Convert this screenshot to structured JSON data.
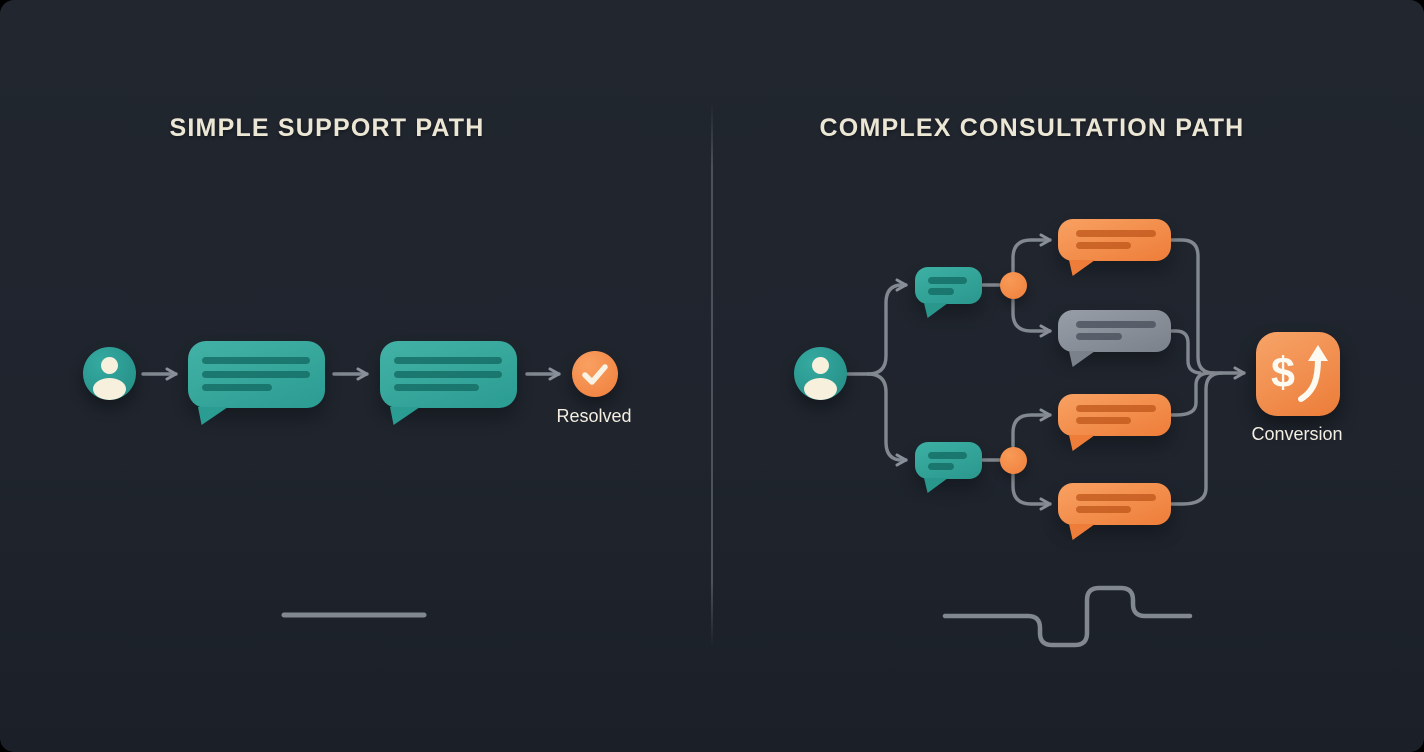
{
  "canvas": {
    "left_panel": {
      "title": "SIMPLE SUPPORT PATH",
      "flow": {
        "start_icon": "user-avatar-icon",
        "step_icons": [
          "chat-bubble-icon",
          "chat-bubble-icon"
        ],
        "end_icon": "check-icon",
        "end_label": "Resolved"
      },
      "footer_glyph": "flat-line"
    },
    "right_panel": {
      "title": "COMPLEX CONSULTATION PATH",
      "flow": {
        "start_icon": "user-avatar-icon",
        "branch_icons": [
          "chat-bubble-icon",
          "decision-dot-icon",
          "chat-bubble-icon",
          "chat-bubble-icon"
        ],
        "end_icon": "dollar-growth-icon",
        "end_symbol": "$",
        "end_label": "Conversion"
      },
      "footer_glyph": "step-pulse-line"
    },
    "colors": {
      "background": "#1f242d",
      "teal": "#2fa49a",
      "orange": "#f2823f",
      "gray_bubble": "#878d97",
      "connector": "#82888f",
      "title_text": "#ece6d4",
      "label_text": "#f3eee1"
    }
  }
}
